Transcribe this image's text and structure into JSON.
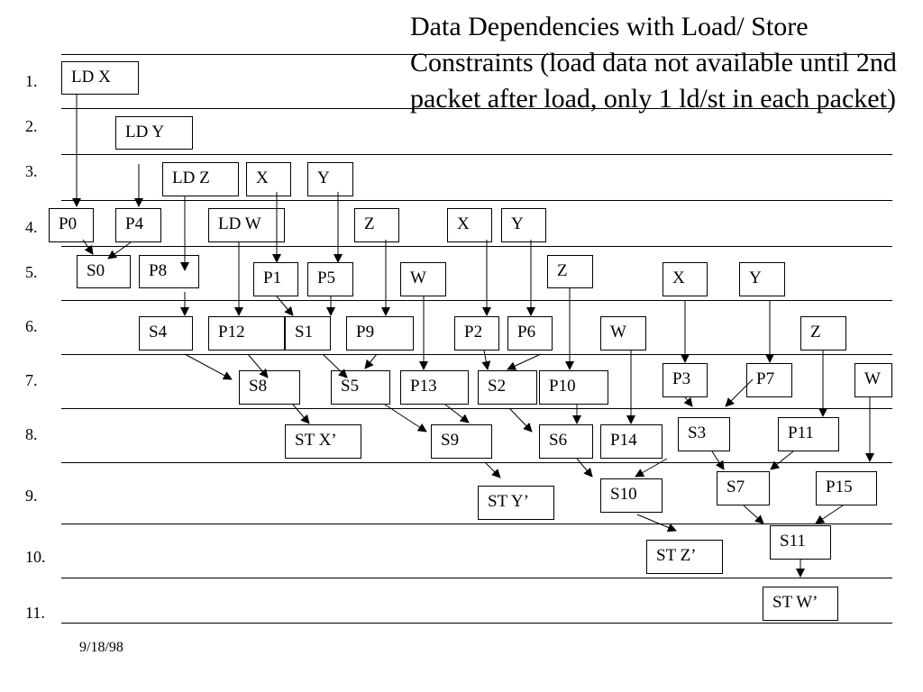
{
  "title": "Data Dependencies with Load/ Store Constraints (load data not available until 2nd packet after load, only 1 ld/st in each packet)",
  "rows": [
    "1.",
    "2.",
    "3.",
    "4.",
    "5.",
    "6.",
    "7.",
    "8.",
    "9.",
    "10.",
    "11."
  ],
  "footer": "9/18/98",
  "boxes": [
    "LD X",
    "LD Y",
    "LD Z",
    "X",
    "Y",
    "P0",
    "P4",
    "LD W",
    "Z",
    "X",
    "Y",
    "S0",
    "P8",
    "P1",
    "P5",
    "W",
    "Z",
    "X",
    "Y",
    "S4",
    "P12",
    "S1",
    "P9",
    "P2",
    "P6",
    "W",
    "Z",
    "S8",
    "S5",
    "P13",
    "S2",
    "P10",
    "P3",
    "P7",
    "W",
    "ST X’",
    "S9",
    "S6",
    "P14",
    "S3",
    "P11",
    "ST Y’",
    "S10",
    "S7",
    "P15",
    "S11",
    "ST Z’",
    "ST W’"
  ],
  "edges": [
    [
      0,
      5
    ],
    [
      1,
      6
    ],
    [
      2,
      12
    ],
    [
      3,
      13
    ],
    [
      4,
      14
    ],
    [
      5,
      11
    ],
    [
      6,
      11
    ],
    [
      7,
      20
    ],
    [
      8,
      22
    ],
    [
      9,
      23
    ],
    [
      10,
      24
    ],
    [
      12,
      19
    ],
    [
      13,
      21
    ],
    [
      14,
      21
    ],
    [
      15,
      29
    ],
    [
      16,
      31
    ],
    [
      17,
      32
    ],
    [
      18,
      33
    ],
    [
      19,
      27
    ],
    [
      20,
      27
    ],
    [
      21,
      28
    ],
    [
      22,
      28
    ],
    [
      23,
      30
    ],
    [
      24,
      30
    ],
    [
      25,
      38
    ],
    [
      26,
      40
    ],
    [
      34,
      44
    ],
    [
      27,
      35
    ],
    [
      28,
      36
    ],
    [
      29,
      36
    ],
    [
      30,
      37
    ],
    [
      31,
      37
    ],
    [
      32,
      39
    ],
    [
      33,
      39
    ],
    [
      39,
      43
    ],
    [
      40,
      43
    ],
    [
      36,
      41
    ],
    [
      37,
      42
    ],
    [
      38,
      42
    ],
    [
      42,
      46
    ],
    [
      43,
      45
    ],
    [
      44,
      45
    ],
    [
      45,
      47
    ]
  ]
}
